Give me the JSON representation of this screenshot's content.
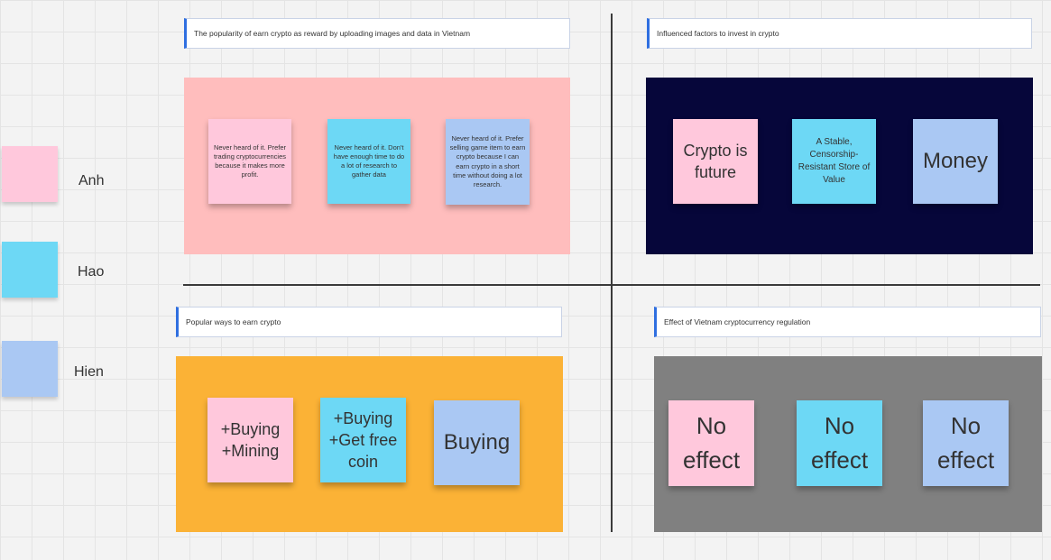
{
  "colors": {
    "anh": "#ffc8dc",
    "hao": "#6dd8f5",
    "hien": "#aac8f3",
    "panel_pink": "#ffbdbd",
    "panel_navy": "#06063a",
    "panel_orange": "#fbb236",
    "panel_gray": "#808080"
  },
  "legend": [
    {
      "name": "Anh"
    },
    {
      "name": "Hao"
    },
    {
      "name": "Hien"
    }
  ],
  "frames": {
    "top_left": {
      "title": "The popularity of earn crypto as reward by uploading images and data in Vietnam",
      "notes": [
        "Never heard of it. Prefer trading cryptocurrencies because it makes more profit.",
        "Never heard of it. Don't have enough time to do a lot of research to gather data",
        "Never heard of it. Prefer selling game item to earn crypto because I can earn crypto in a short time without doing a lot research."
      ]
    },
    "top_right": {
      "title": "Influenced factors to invest in crypto",
      "notes": [
        "Crypto is future",
        "A Stable, Censorship-Resistant Store of Value",
        "Money"
      ]
    },
    "bottom_left": {
      "title": "Popular ways to earn crypto",
      "notes": [
        "+Buying +Mining",
        "+Buying +Get free coin",
        "Buying"
      ]
    },
    "bottom_right": {
      "title": "Effect of Vietnam cryptocurrency regulation",
      "notes": [
        "No effect",
        "No effect",
        "No effect"
      ]
    }
  }
}
